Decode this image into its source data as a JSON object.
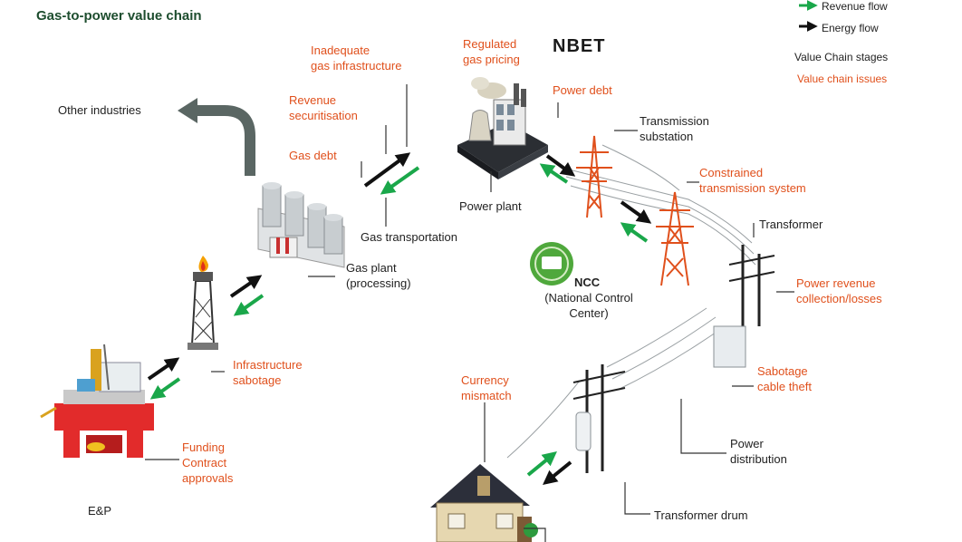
{
  "title": "Gas-to-power value chain",
  "legend": {
    "revenue_flow": "Revenue flow",
    "energy_flow": "Energy flow",
    "stages": "Value Chain stages",
    "issues": "Value chain issues"
  },
  "colors": {
    "revenue": "#1aa74a",
    "energy": "#111111",
    "stage_text": "#222222",
    "issue_text": "#e0501c",
    "title": "#1d4d2e"
  },
  "logo": {
    "nbet": "NBET"
  },
  "stages": {
    "other_industries": "Other industries",
    "gas_plant": "Gas plant\n(processing)",
    "gas_transportation": "Gas transportation",
    "power_plant": "Power plant",
    "transmission_substation": "Transmission\nsubstation",
    "transformer": "Transformer",
    "ncc_title": "NCC",
    "ncc_sub": "(National Control\nCenter)",
    "power_distribution": "Power\ndistribution",
    "transformer_drum": "Transformer drum",
    "ep": "E&P"
  },
  "issues": {
    "inadequate_infra": "Inadequate\ngas infrastructure",
    "regulated_pricing": "Regulated\ngas pricing",
    "revenue_securitisation": "Revenue\nsecuritisation",
    "gas_debt": "Gas debt",
    "power_debt": "Power debt",
    "constrained_transmission": "Constrained\ntransmission system",
    "power_revenue": "Power revenue\ncollection/losses",
    "infra_sabotage": "Infrastructure\nsabotage",
    "sabotage_cable": "Sabotage\ncable theft",
    "currency_mismatch": "Currency\nmismatch",
    "funding": "Funding\nContract\napprovals"
  }
}
